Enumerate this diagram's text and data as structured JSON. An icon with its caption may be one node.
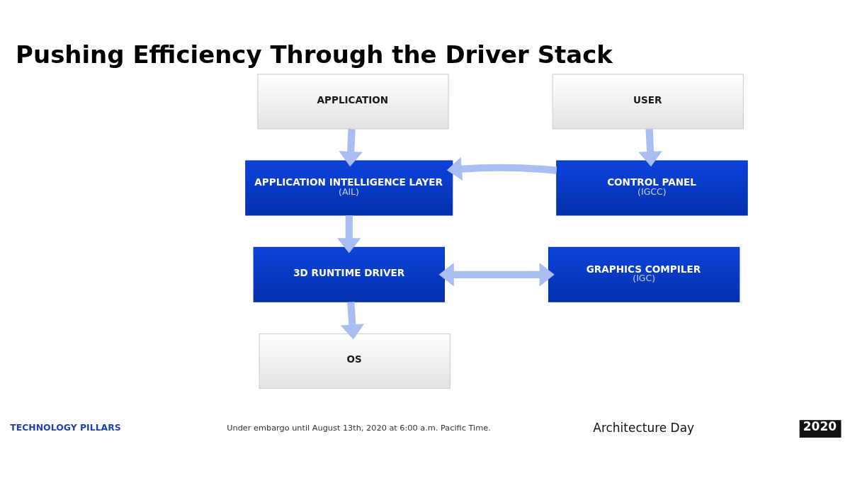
{
  "diagram": {
    "title": "Pushing Efficiency Through the Driver Stack",
    "nodes": [
      {
        "text": [
          "APPLICATION"
        ]
      },
      {
        "text": [
          "USER"
        ]
      },
      {
        "text": [
          "APPLICATION INTELLIGENCE LAYER",
          "(AIL)"
        ]
      },
      {
        "text": [
          "CONTROL PANEL",
          "(IGCC)"
        ]
      },
      {
        "text": [
          "3D RUNTIME DRIVER"
        ]
      },
      {
        "text": [
          "GRAPHICS COMPILER",
          "(IGC)"
        ]
      },
      {
        "text": [
          "OS"
        ]
      }
    ],
    "edges": [
      {
        "from": 0,
        "to": 2,
        "arrow": "to"
      },
      {
        "from": 1,
        "to": 3,
        "arrow": "to"
      },
      {
        "from": 3,
        "to": 2,
        "arrow": "to"
      },
      {
        "from": 2,
        "to": 4,
        "arrow": "to"
      },
      {
        "from": 4,
        "to": 5,
        "arrow": "both"
      },
      {
        "from": 4,
        "to": 6,
        "arrow": "to"
      }
    ],
    "labels": [
      "TECHNOLOGY PILLARS",
      "Under embargo until August 13th, 2020 at 6:00 a.m. Pacific Time.",
      "Architecture Day",
      "2020"
    ]
  }
}
